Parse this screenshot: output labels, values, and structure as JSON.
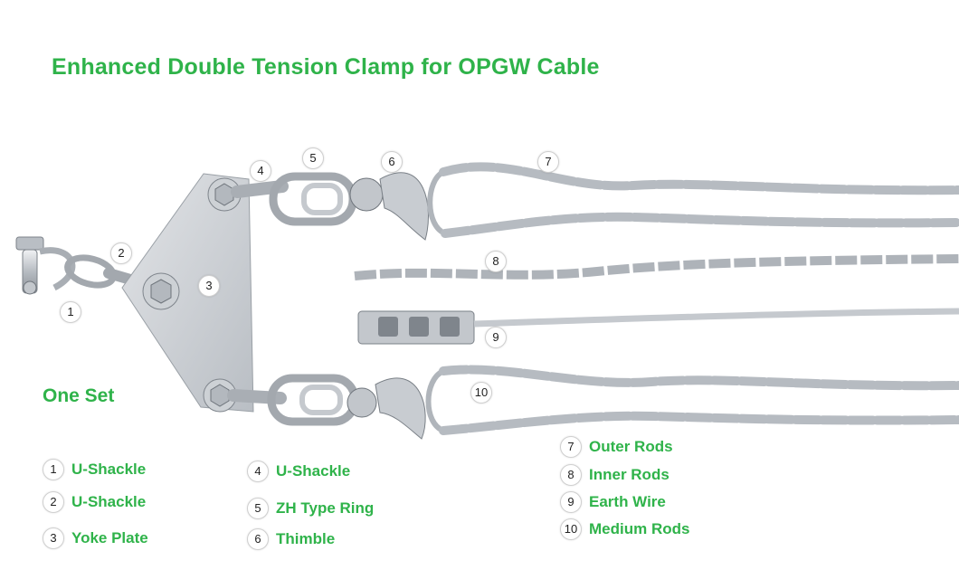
{
  "title": "Enhanced Double Tension Clamp for OPGW Cable",
  "set_label": "One Set",
  "callouts": [
    "1",
    "2",
    "3",
    "4",
    "5",
    "6",
    "7",
    "8",
    "9",
    "10"
  ],
  "legend": [
    {
      "num": "1",
      "label": "U-Shackle"
    },
    {
      "num": "2",
      "label": "U-Shackle"
    },
    {
      "num": "3",
      "label": "Yoke Plate"
    },
    {
      "num": "4",
      "label": "U-Shackle"
    },
    {
      "num": "5",
      "label": "ZH Type Ring"
    },
    {
      "num": "6",
      "label": "Thimble"
    },
    {
      "num": "7",
      "label": "Outer Rods"
    },
    {
      "num": "8",
      "label": "Inner Rods"
    },
    {
      "num": "9",
      "label": "Earth Wire"
    },
    {
      "num": "10",
      "label": "Medium Rods"
    }
  ],
  "colors": {
    "accent": "#2fb34a",
    "metal": "#c9cdd2",
    "metal_dark": "#8e949b"
  }
}
